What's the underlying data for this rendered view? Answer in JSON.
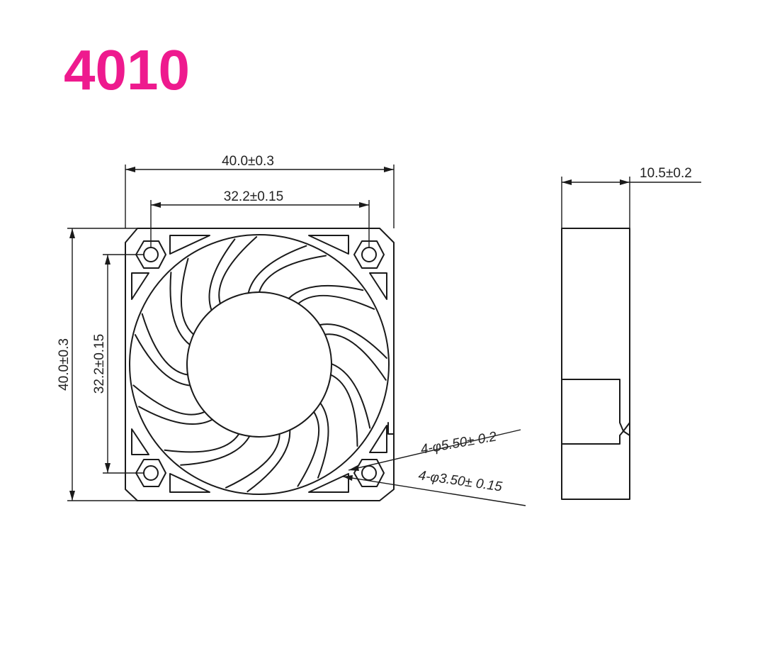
{
  "title": {
    "text": "4010",
    "color": "#ee1a8e"
  },
  "front_view": {
    "overall_width": "40.0±0.3",
    "overall_height": "40.0±0.3",
    "hole_spacing_horizontal": "32.2±0.15",
    "hole_spacing_vertical": "32.2±0.15",
    "outer_hole_callout": "4-φ5.50± 0.2",
    "inner_hole_callout": "4-φ3.50± 0.15",
    "blade_count": 11
  },
  "side_view": {
    "thickness": "10.5±0.2"
  },
  "line_color": "#1a1a1a"
}
